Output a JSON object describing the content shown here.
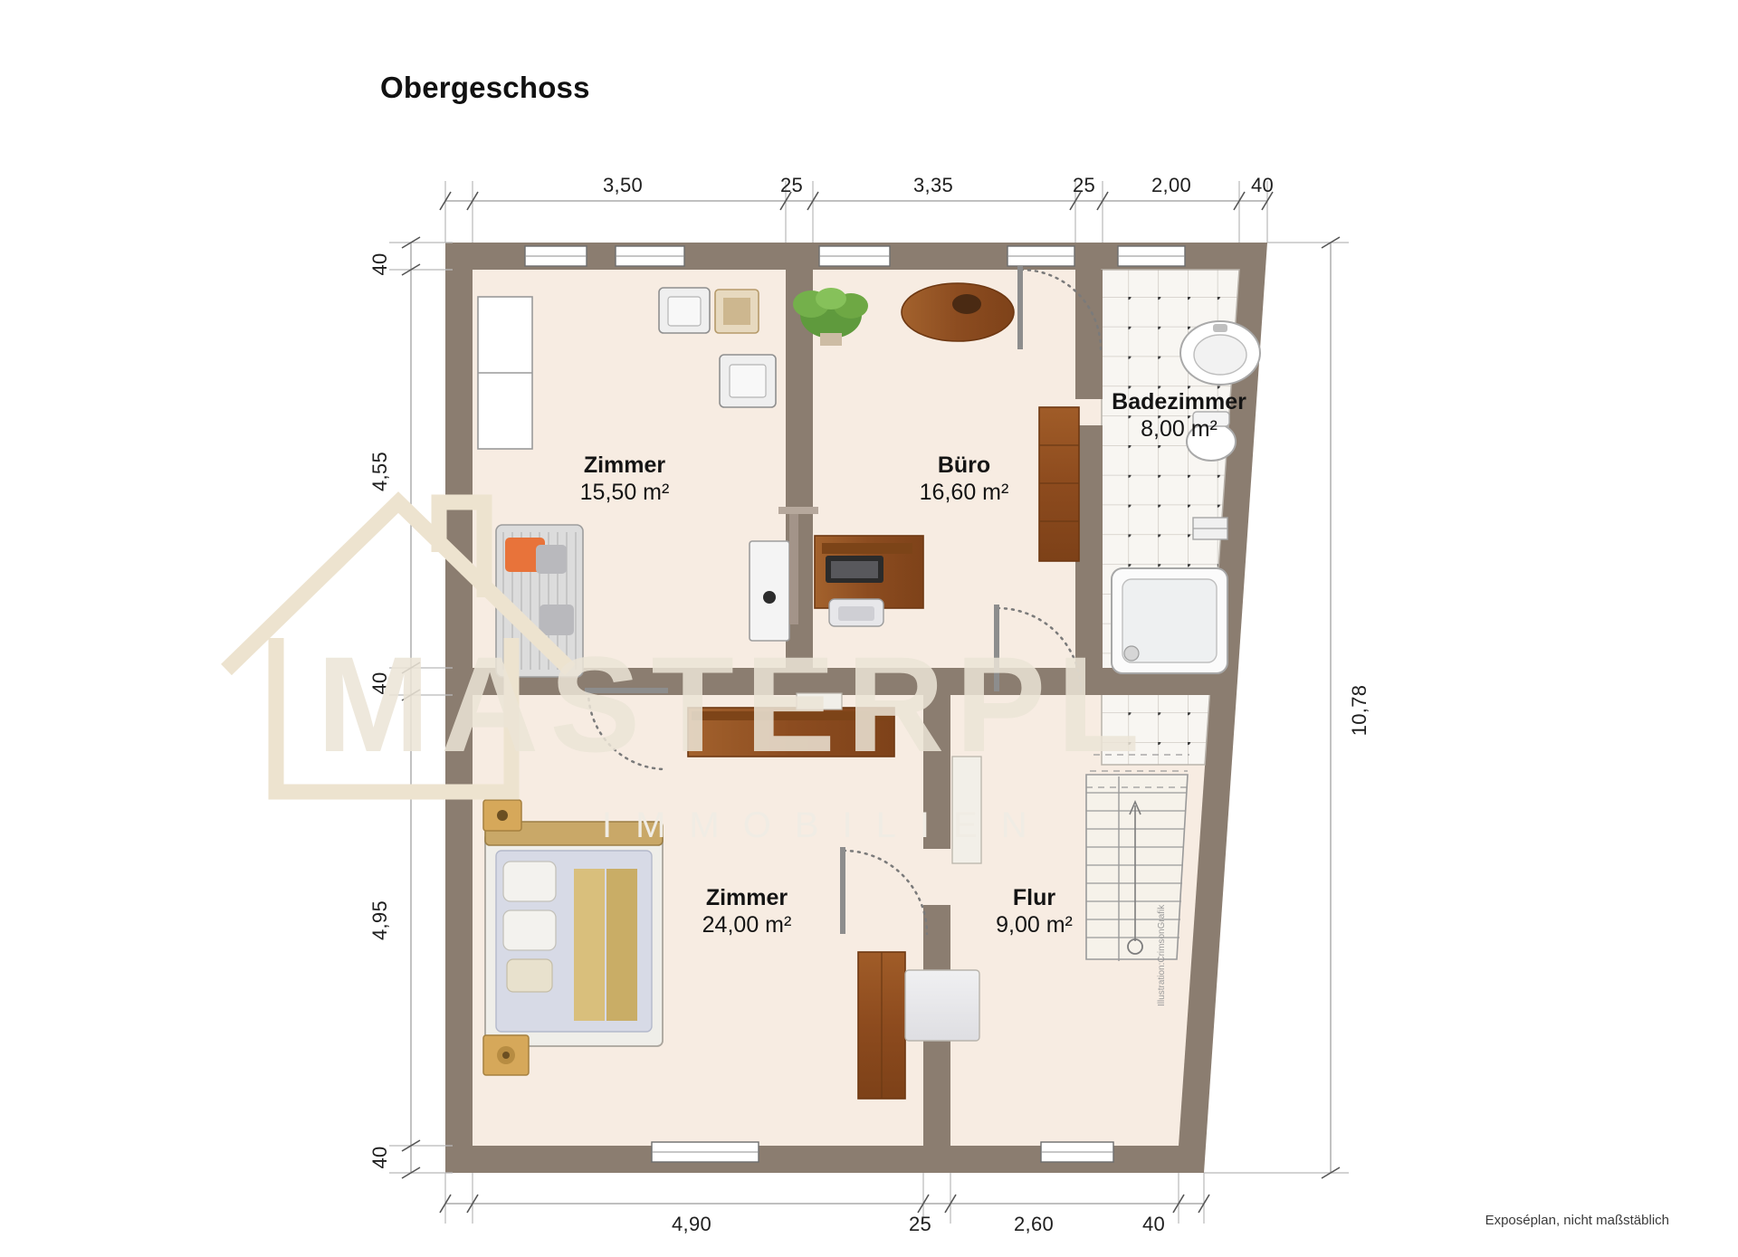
{
  "title": "Obergeschoss",
  "footer_note": "Exposéplan, nicht maßstäblich",
  "illustration_credit": "Illustration:CrimsonGrafik",
  "colors": {
    "wall": "#8b7d70",
    "floor": "#f7ece2",
    "tile_floor": "#f7f5f1",
    "wood_dark": "#8b4a22",
    "wood_mid": "#a3622d",
    "dim_text": "#1f1f1f",
    "watermark": "#ece5d7"
  },
  "rooms": [
    {
      "name": "Zimmer",
      "area": "15,50 m²"
    },
    {
      "name": "Büro",
      "area": "16,60 m²"
    },
    {
      "name": "Badezimmer",
      "area": "8,00 m²"
    },
    {
      "name": "Zimmer",
      "area": "24,00 m²"
    },
    {
      "name": "Flur",
      "area": "9,00 m²"
    }
  ],
  "dimensions": {
    "top": [
      "3,50",
      "25",
      "3,35",
      "25",
      "2,00",
      "40"
    ],
    "bottom": [
      "4,90",
      "25",
      "2,60",
      "40"
    ],
    "left": [
      "40",
      "4,55",
      "40",
      "4,95",
      "40"
    ],
    "right": [
      "10,78"
    ]
  },
  "watermark": {
    "main": "MASTERPL",
    "sub": "IMMOBILIEN"
  }
}
